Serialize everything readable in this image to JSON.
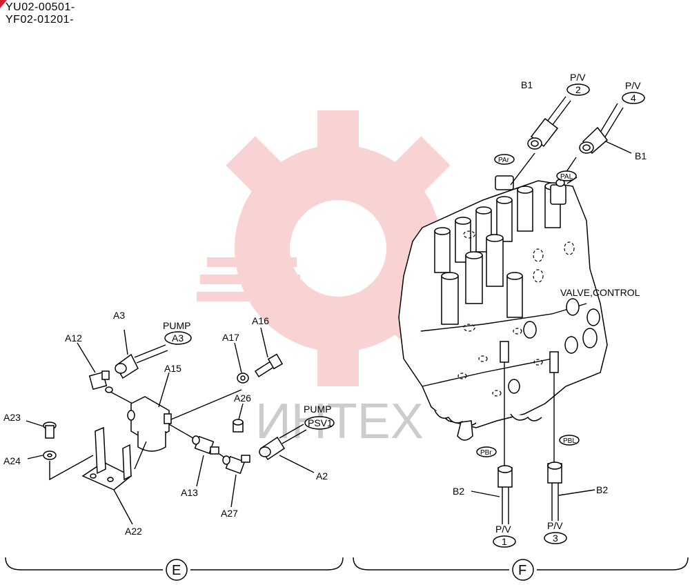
{
  "header": {
    "line1": "YU02-00501-",
    "line2": "YF02-01201-"
  },
  "watermark": {
    "text": "ИНТЕХ",
    "color": "#f2a0a0"
  },
  "valve_label": "VALVE,CONTROL",
  "sections": {
    "left": "E",
    "right": "F"
  },
  "parts": {
    "a2": "A2",
    "a3": "A3",
    "a12": "A12",
    "a13": "A13",
    "a15": "A15",
    "a16": "A16",
    "a17": "A17",
    "a22": "A22",
    "a23": "A23",
    "a24": "A24",
    "a26": "A26",
    "a27": "A27",
    "b1_left": "B1",
    "b1_right": "B1",
    "b2_left": "B2",
    "b2_right": "B2"
  },
  "pump_labels": {
    "a3_top": "PUMP",
    "a3_bubble": "A3",
    "psv_top": "PUMP",
    "psv_bubble": "PSV1"
  },
  "pv_labels": {
    "pv2_top": "P/V",
    "pv2_num": "2",
    "pv4_top": "P/V",
    "pv4_num": "4",
    "pv1_top": "P/V",
    "pv1_num": "1",
    "pv3_top": "P/V",
    "pv3_num": "3"
  },
  "port_labels": {
    "par": "PAr",
    "pal": "PAL",
    "pbr": "PBr",
    "pbl": "PBL"
  }
}
